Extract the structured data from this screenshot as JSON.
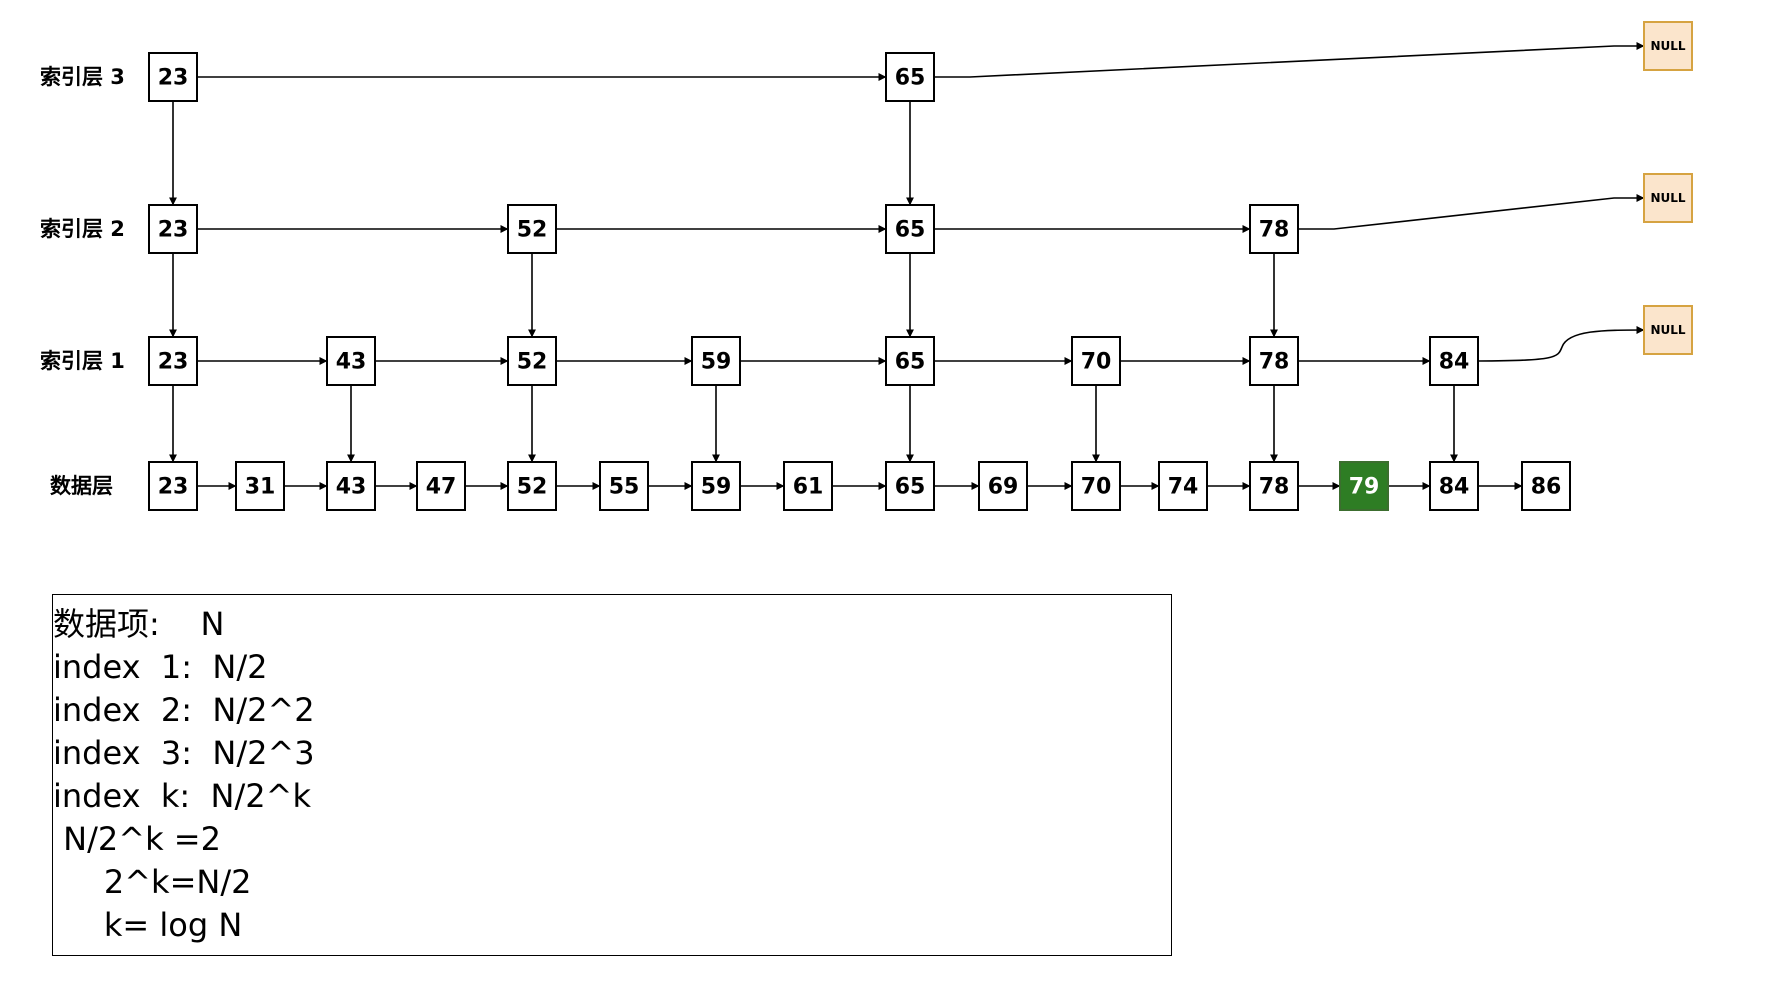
{
  "layers": [
    {
      "key": "index3",
      "label": "索引层 3",
      "nodes": [
        "23",
        "65"
      ]
    },
    {
      "key": "index2",
      "label": "索引层 2",
      "nodes": [
        "23",
        "52",
        "65",
        "78"
      ]
    },
    {
      "key": "index1",
      "label": "索引层 1",
      "nodes": [
        "23",
        "43",
        "52",
        "59",
        "65",
        "70",
        "78",
        "84"
      ]
    },
    {
      "key": "data",
      "label": "数据层",
      "nodes": [
        "23",
        "31",
        "43",
        "47",
        "52",
        "55",
        "59",
        "61",
        "65",
        "69",
        "70",
        "74",
        "78",
        "79",
        "84",
        "86"
      ]
    }
  ],
  "highlighted_value": "79",
  "null_label": "NULL",
  "colors": {
    "highlight_fill": "#2e7d24",
    "null_fill": "#fbe5cc",
    "null_border": "#d6a341"
  },
  "formula_lines": [
    "数据项:    N",
    "index  1:  N/2",
    "index  2:  N/2^2",
    "index  3:  N/2^3",
    "index  k:  N/2^k",
    " N/2^k =2",
    "     2^k=N/2",
    "     k= log N"
  ]
}
